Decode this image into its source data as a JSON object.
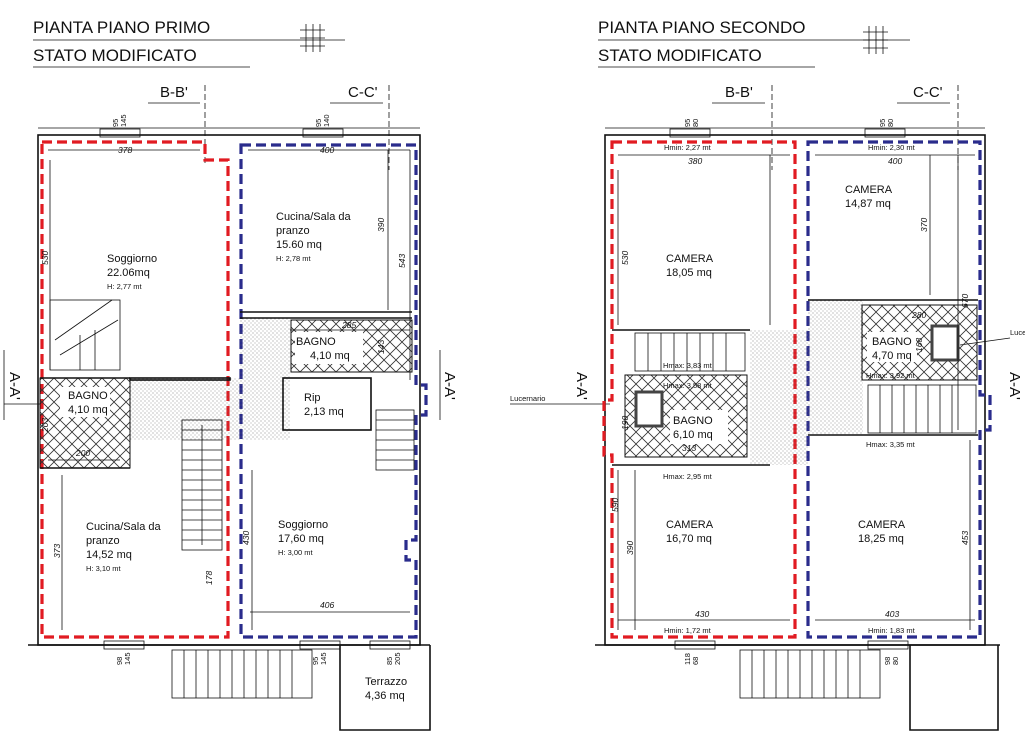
{
  "colors": {
    "unit_a": "#e11b22",
    "unit_b": "#2a2c8c"
  },
  "left": {
    "title": "PIANTA PIANO PRIMO",
    "subtitle": "STATO MODIFICATO",
    "sec_b": "B-B'",
    "sec_c": "C-C'",
    "sec_a_left": "A-A'",
    "sec_a_right": "A-A'",
    "dims": {
      "d378": "378",
      "d400": "400",
      "d390": "390",
      "d543": "543",
      "d530": "530",
      "d285": "285",
      "d143": "143",
      "d203": "203",
      "d200": "200",
      "d373": "373",
      "d178": "178",
      "d430": "430",
      "d406": "406",
      "w1a": "95",
      "w1b": "145",
      "w2a": "95",
      "w2b": "140",
      "b1a": "98",
      "b1b": "145",
      "b2a": "95",
      "b2b": "145",
      "b3a": "85",
      "b3b": "205"
    },
    "rooms": {
      "soggiorno_a": {
        "name": "Soggiorno",
        "area": "22.06mq",
        "h": "H: 2,77 mt"
      },
      "cucina_b": {
        "name1": "Cucina/Sala da",
        "name2": "pranzo",
        "area": "15.60 mq",
        "h": "H: 2,78 mt"
      },
      "bagno_b": {
        "name": "BAGNO",
        "area": "4,10 mq"
      },
      "rip": {
        "name": "Rip",
        "area": "2,13 mq"
      },
      "bagno_a": {
        "name": "BAGNO",
        "area": "4,10 mq"
      },
      "cucina_a": {
        "name1": "Cucina/Sala da",
        "name2": "pranzo",
        "area": "14,52 mq",
        "h": "H: 3,10 mt"
      },
      "soggiorno_b": {
        "name": "Soggiorno",
        "area": "17,60 mq",
        "h": "H: 3,00 mt"
      },
      "terrazzo": {
        "name": "Terrazzo",
        "area": "4,36 mq"
      }
    }
  },
  "right": {
    "title": "PIANTA PIANO SECONDO",
    "subtitle": "STATO MODIFICATO",
    "sec_b": "B-B'",
    "sec_c": "C-C'",
    "sec_a_left": "A-A'",
    "sec_a_right": "A-A'",
    "lucernario_left": "Lucernario",
    "lucernario_right": "Luce",
    "dims": {
      "d380": "380",
      "d400": "400",
      "d370": "370",
      "d670": "670",
      "d530": "530",
      "d280": "280",
      "d168": "168",
      "d190": "190",
      "d313": "313",
      "d590": "590",
      "d390": "390",
      "d453": "453",
      "d430": "430",
      "d403": "403",
      "w1a": "95",
      "w1b": "80",
      "w2a": "95",
      "w2b": "80",
      "b1a": "118",
      "b1b": "68",
      "b2a": "98",
      "b2b": "80"
    },
    "heights": {
      "hmin_tl": "Hmin: 2,27 mt",
      "hmin_tr": "Hmin: 2,30 mt",
      "hmax_1": "Hmax: 3,83 mt",
      "hmax_2": "Hmax: 3,58 mt",
      "hmax_3": "Hmax: 3,92 mt",
      "hmax_4": "Hmax: 3,35 mt",
      "hmax_5": "Hmax: 2,95 mt",
      "hmin_bl": "Hmin: 1,72 mt",
      "hmin_br": "Hmin: 1,83 mt"
    },
    "rooms": {
      "camera_tl": {
        "name": "CAMERA",
        "area": "18,05 mq"
      },
      "camera_tr": {
        "name": "CAMERA",
        "area": "14,87 mq"
      },
      "bagno_r": {
        "name": "BAGNO",
        "area": "4,70 mq"
      },
      "bagno_c": {
        "name": "BAGNO",
        "area": "6,10 mq"
      },
      "camera_bl": {
        "name": "CAMERA",
        "area": "16,70 mq"
      },
      "camera_br": {
        "name": "CAMERA",
        "area": "18,25 mq"
      }
    }
  }
}
